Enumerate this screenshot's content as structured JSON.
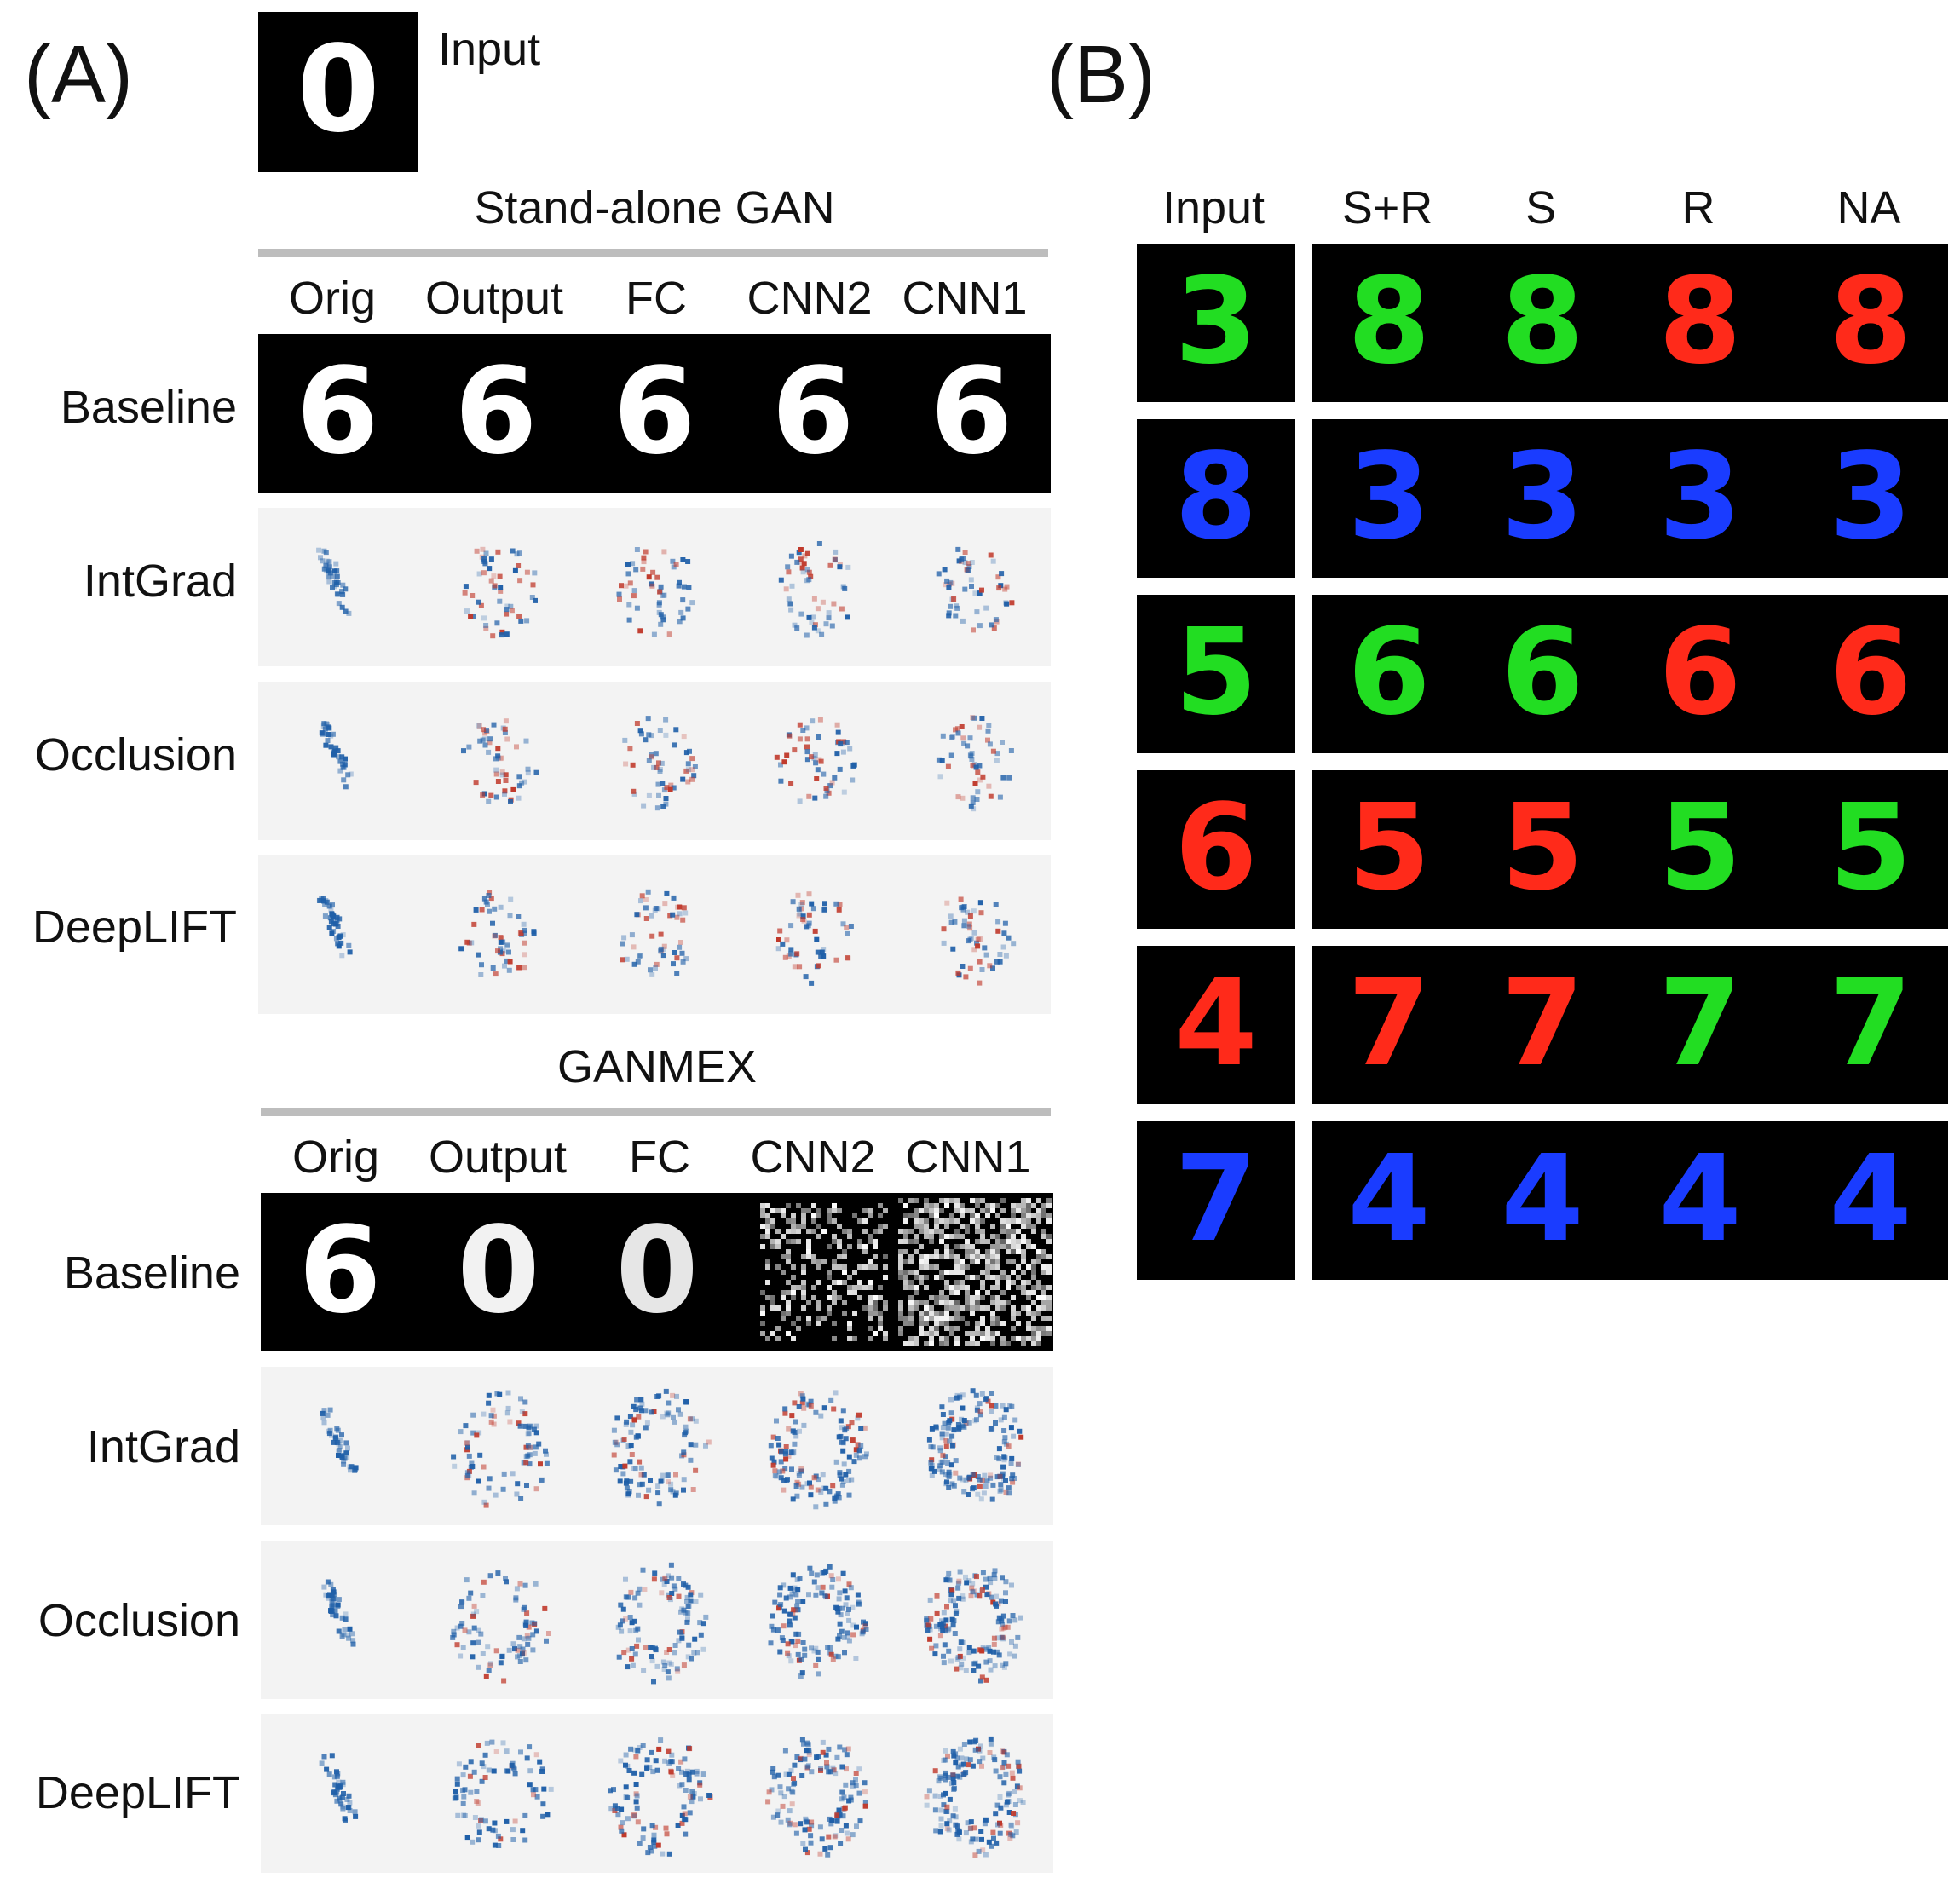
{
  "panel_a": {
    "label": "(A)",
    "input_label": "Input",
    "input_digit": "0",
    "sections": [
      {
        "title": "Stand-alone GAN",
        "columns": [
          "Orig",
          "Output",
          "FC",
          "CNN2",
          "CNN1"
        ],
        "rows": [
          "Baseline",
          "IntGrad",
          "Occlusion",
          "DeepLIFT"
        ],
        "baseline_digits": [
          "6",
          "6",
          "6",
          "6",
          "6"
        ]
      },
      {
        "title": "GANMEX",
        "columns": [
          "Orig",
          "Output",
          "FC",
          "CNN2",
          "CNN1"
        ],
        "rows": [
          "Baseline",
          "IntGrad",
          "Occlusion",
          "DeepLIFT"
        ],
        "baseline_digits": [
          "6",
          "0",
          "0",
          "",
          ""
        ]
      }
    ]
  },
  "panel_b": {
    "label": "(B)",
    "columns": [
      "Input",
      "S+R",
      "S",
      "R",
      "NA"
    ],
    "rows": [
      {
        "input": "3",
        "input_color": "#22dd22",
        "output": "8",
        "colors": [
          "#22dd22",
          "#22dd22",
          "#ff2a1a",
          "#ff2a1a"
        ]
      },
      {
        "input": "8",
        "input_color": "#1a3cff",
        "output": "3",
        "colors": [
          "#1a3cff",
          "#1a3cff",
          "#1a3cff",
          "#1a3cff"
        ]
      },
      {
        "input": "5",
        "input_color": "#22dd22",
        "output": "6",
        "colors": [
          "#22dd22",
          "#22dd22",
          "#ff2a1a",
          "#ff2a1a"
        ]
      },
      {
        "input": "6",
        "input_color": "#ff2a1a",
        "output": "5",
        "colors": [
          "#ff2a1a",
          "#ff2a1a",
          "#22dd22",
          "#22dd22"
        ]
      },
      {
        "input": "4",
        "input_color": "#ff2a1a",
        "output": "7",
        "colors": [
          "#ff2a1a",
          "#ff2a1a",
          "#22dd22",
          "#22dd22"
        ]
      },
      {
        "input": "7",
        "input_color": "#1a3cff",
        "output": "4",
        "colors": [
          "#1a3cff",
          "#1a3cff",
          "#1a3cff",
          "#1a3cff"
        ]
      }
    ]
  },
  "colors": {
    "attribution_negative": "#1f5fa8",
    "attribution_positive": "#c0392b",
    "rule": "#bdbdbd"
  }
}
